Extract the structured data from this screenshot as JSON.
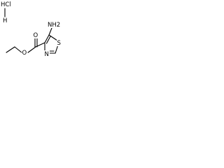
{
  "molecule": {
    "salt_hcl": "HCl",
    "salt_h": "H",
    "amine": "NH2",
    "ring_sulfur": "S",
    "ring_nitrogen": "N",
    "carbonyl_oxygen": "O",
    "ester_oxygen": "O"
  },
  "colors": {
    "bond": "#000000",
    "text": "#000000",
    "background": "#ffffff"
  }
}
